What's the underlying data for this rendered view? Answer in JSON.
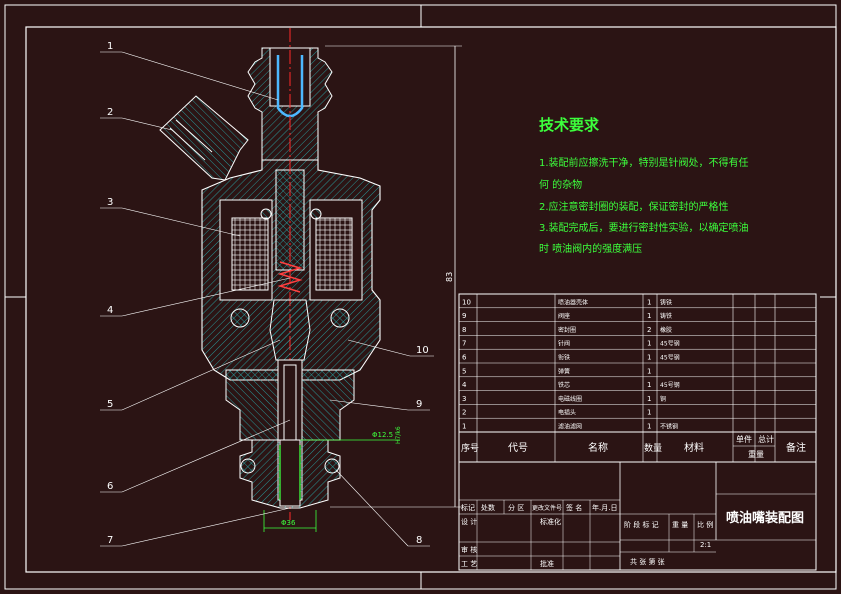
{
  "drawing": {
    "title": "喷油嘴装配图",
    "scale": "2:1",
    "dimension_height": "83",
    "dimension_width": "Φ36",
    "dimension_thread": "Φ12.5",
    "fit_label": "H7/k6",
    "callouts": [
      "1",
      "2",
      "3",
      "4",
      "5",
      "6",
      "7",
      "8",
      "9",
      "10"
    ]
  },
  "tech": {
    "heading": "技术要求",
    "line1": "1.装配前应擦洗干净，特别是针阀处，不得有任",
    "line2": "何 的杂物",
    "line3": "2.应注意密封圈的装配，保证密封的严格性",
    "line4": "3.装配完成后，要进行密封性实验，以确定喷油",
    "line5": "时 喷油阀内的强度满压"
  },
  "bom": {
    "rows": [
      {
        "no": "10",
        "name": "喷油器壳体",
        "qty": "1",
        "mat": "铸铁"
      },
      {
        "no": "9",
        "name": "阀座",
        "qty": "1",
        "mat": "铸铁"
      },
      {
        "no": "8",
        "name": "密封圈",
        "qty": "2",
        "mat": "橡胶"
      },
      {
        "no": "7",
        "name": "针阀",
        "qty": "1",
        "mat": "45号钢"
      },
      {
        "no": "6",
        "name": "衔铁",
        "qty": "1",
        "mat": "45号钢"
      },
      {
        "no": "5",
        "name": "弹簧",
        "qty": "1",
        "mat": ""
      },
      {
        "no": "4",
        "name": "铁芯",
        "qty": "1",
        "mat": "45号钢"
      },
      {
        "no": "3",
        "name": "电磁线圈",
        "qty": "1",
        "mat": "铜"
      },
      {
        "no": "2",
        "name": "电插头",
        "qty": "1",
        "mat": ""
      },
      {
        "no": "1",
        "name": "滤油滤网",
        "qty": "1",
        "mat": "不锈钢"
      }
    ],
    "header": {
      "no": "序号",
      "code": "代号",
      "name": "名称",
      "qty": "数量",
      "mat": "材料",
      "unit_weight": "单件",
      "total_weight": "总计",
      "weight": "重量",
      "remark": "备注"
    }
  },
  "titleblock": {
    "mark": "标记",
    "count": "处数",
    "zone": "分 区",
    "change_doc": "更改文件号",
    "sign": "签 名",
    "date": "年.月.日",
    "design": "设 计",
    "standard": "标准化",
    "stage_mark": "阶 段 标 记",
    "weight": "重 量",
    "scale_label": "比 例",
    "review": "审 核",
    "process": "工 艺",
    "approve": "批准",
    "sheets": "共     张   第     张"
  }
}
